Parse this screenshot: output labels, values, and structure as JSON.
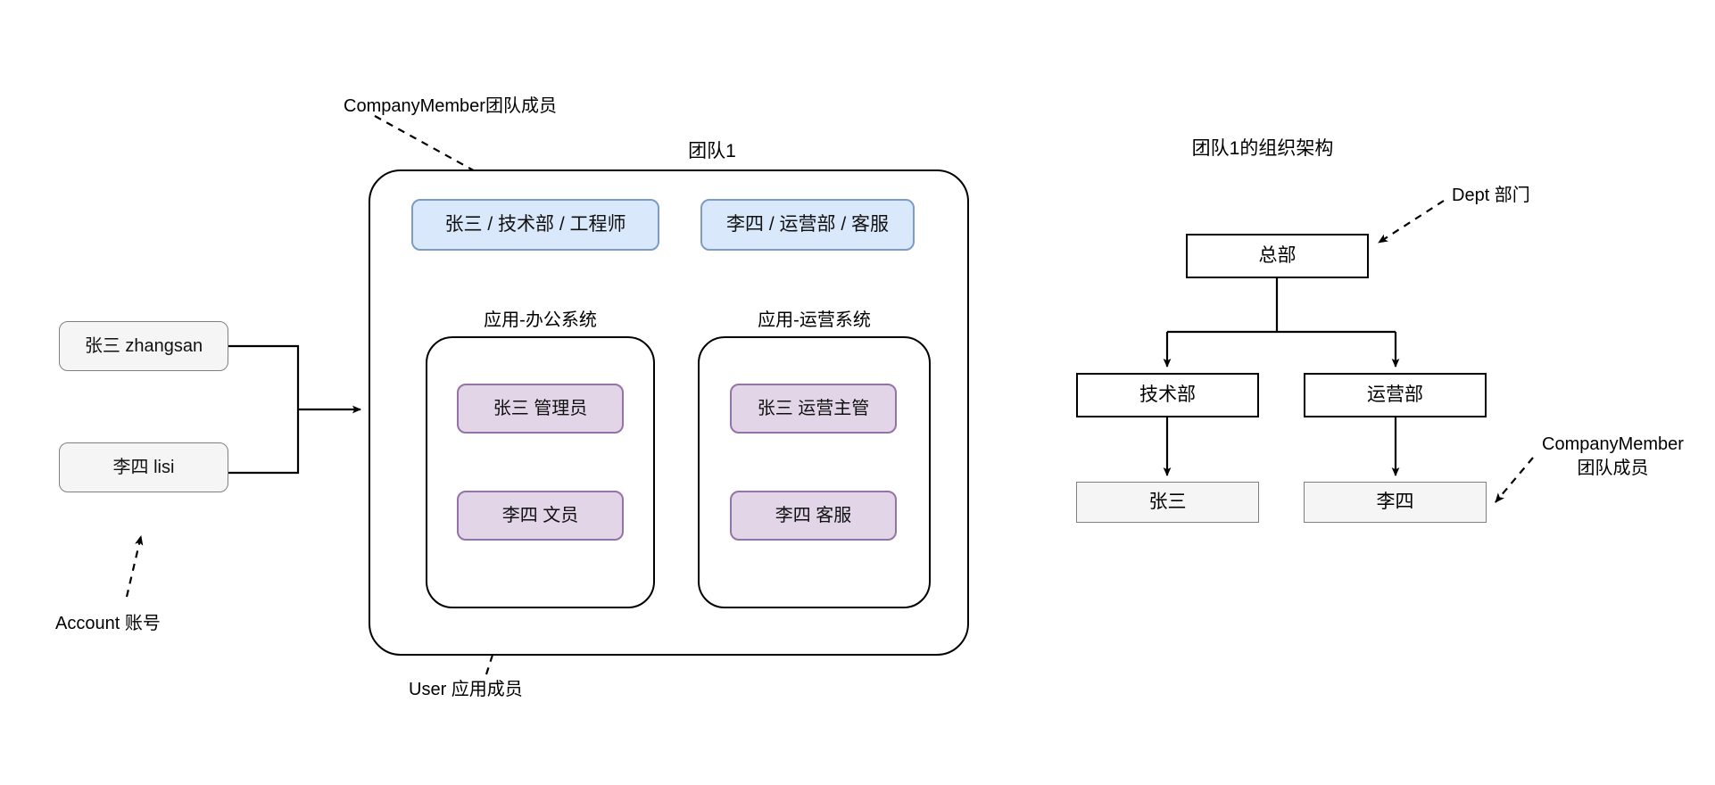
{
  "diagram": {
    "team_panel": {
      "title": "团队1",
      "members": [
        {
          "label": "张三 / 技术部 / 工程师"
        },
        {
          "label": "李四 / 运营部 / 客服"
        }
      ],
      "applications": [
        {
          "label": "应用-办公系统",
          "users": [
            {
              "label": "张三 管理员"
            },
            {
              "label": "李四 文员"
            }
          ]
        },
        {
          "label": "应用-运营系统",
          "users": [
            {
              "label": "张三 运营主管"
            },
            {
              "label": "李四 客服"
            }
          ]
        }
      ]
    },
    "accounts": [
      {
        "label": "张三 zhangsan"
      },
      {
        "label": "李四 lisi"
      }
    ],
    "org_panel": {
      "title": "团队1的组织架构",
      "root": {
        "label": "总部"
      },
      "departments": [
        {
          "label": "技术部"
        },
        {
          "label": "运营部"
        }
      ],
      "people": [
        {
          "label": "张三"
        },
        {
          "label": "李四"
        }
      ]
    },
    "annotations": {
      "company_member_top": "CompanyMember团队成员",
      "dept": "Dept 部门",
      "company_member_right": "CompanyMember\n团队成员",
      "account": "Account 账号",
      "user": "User 应用成员"
    },
    "colors": {
      "member_fill": "#dae8fc",
      "member_border": "#7a9cc6",
      "user_fill": "#e1d5e7",
      "user_border": "#9673a6",
      "neutral_fill": "#f5f5f5",
      "neutral_border": "#808080",
      "stroke": "#000000",
      "background": "#ffffff"
    }
  }
}
